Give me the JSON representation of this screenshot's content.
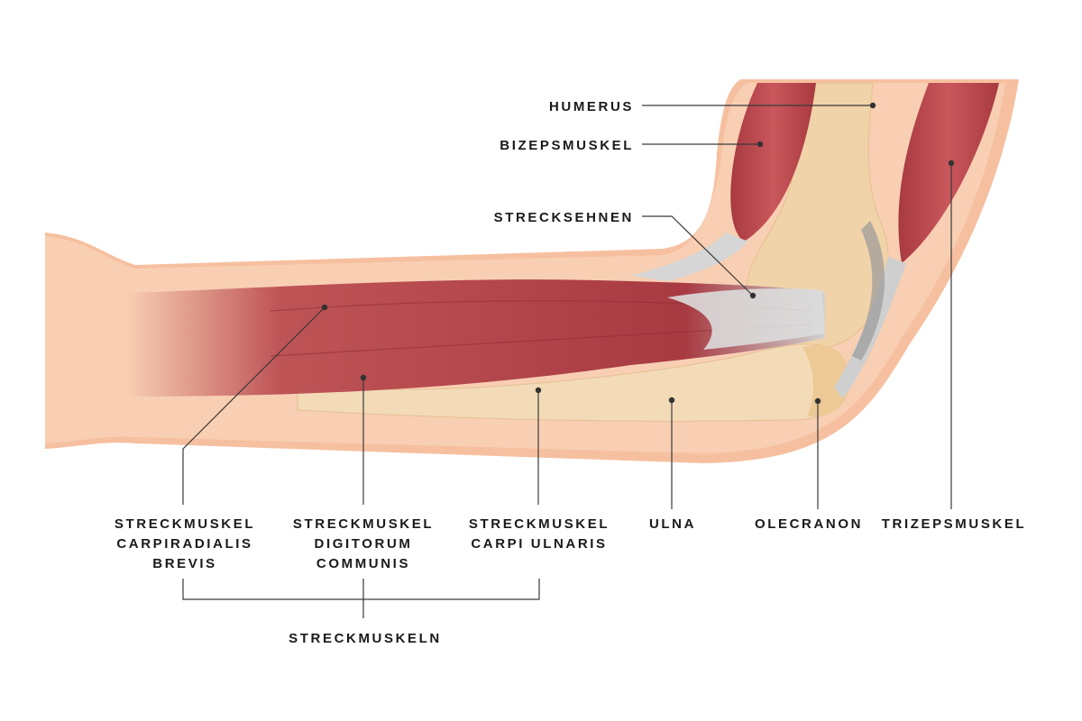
{
  "colors": {
    "skin": "#f6c9a8",
    "skin_outline": "#f0b493",
    "muscle": "#b8464c",
    "bone": "#f1d3a9",
    "tendon": "#d9d9d9",
    "text": "#1a1a1a"
  },
  "labels": {
    "humerus": "HUMERUS",
    "bizeps": "BIZEPSMUSKEL",
    "strecksehnen": "STRECKSEHNEN",
    "carpiradialis": [
      "STRECKMUSKEL",
      "CARPIRADIALIS",
      "BREVIS"
    ],
    "digitorum": [
      "STRECKMUSKEL",
      "DIGITORUM",
      "COMMUNIS"
    ],
    "carpi_ulnaris": [
      "STRECKMUSKEL",
      "CARPI ULNARIS"
    ],
    "ulna": "ULNA",
    "olecranon": "OLECRANON",
    "trizeps": "TRIZEPSMUSKEL",
    "group": "STRECKMUSKELN"
  }
}
